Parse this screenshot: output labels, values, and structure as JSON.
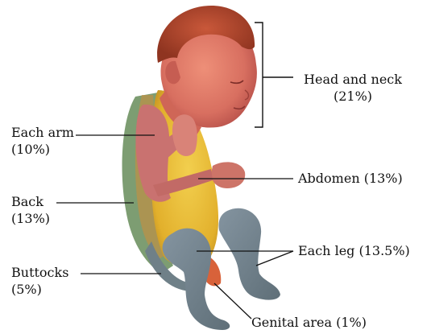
{
  "labels": {
    "head_neck": "Head and neck",
    "head_neck_pct": "(21%)",
    "arm": "Each arm",
    "arm_pct": "(10%)",
    "abdomen": "Abdomen (13%)",
    "back": "Back",
    "back_pct": "(13%)",
    "leg": "Each leg (13.5%)",
    "buttocks": "Buttocks",
    "buttocks_pct": "(5%)",
    "genital": "Genital area (1%)"
  },
  "colors": {
    "head": "#e07b6a",
    "hair": "#b5482c",
    "arm": "#c97270",
    "abdomen": "#e6b834",
    "back": "#7a9a72",
    "leg": "#6f8088",
    "genital": "#d8623a",
    "line": "#111111"
  }
}
